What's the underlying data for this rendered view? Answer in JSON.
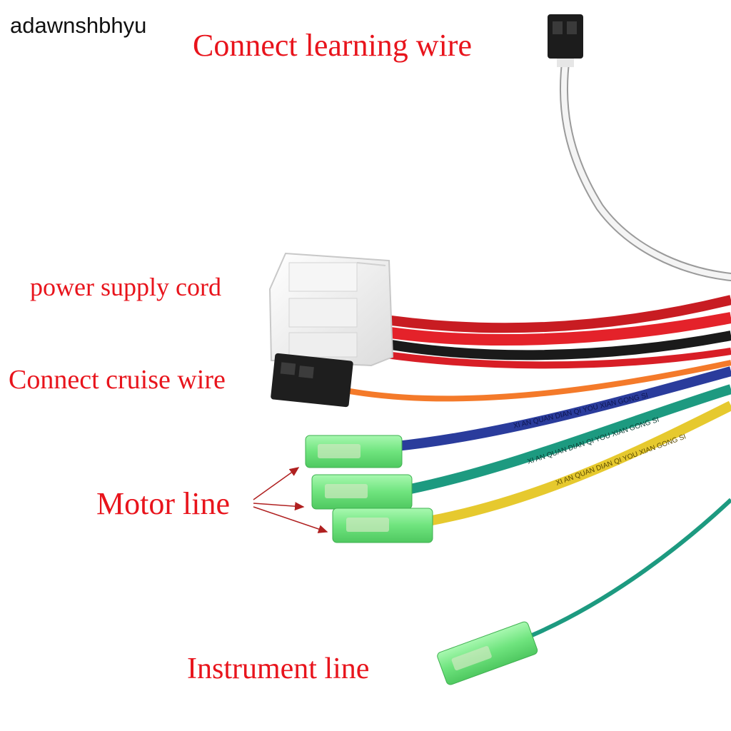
{
  "watermark": "adawnshbhyu",
  "labels": {
    "learning": "Connect learning wire",
    "power": "power supply cord",
    "cruise": "Connect cruise wire",
    "motor": "Motor line",
    "instrument": "Instrument line"
  },
  "wire_print": {
    "blue": "XI AN QUAN DIAN QI YOU XIAN GONG SI",
    "green": "XI AN QUAN DIAN QI YOU XIAN GONG SI",
    "yellow": "XI AN QUAN DIAN QI YOU XIAN GONG SI"
  },
  "colors": {
    "label_text": "#e8141c",
    "white_wire": "#eeeeee",
    "red_wire": "#e4222a",
    "black_wire": "#1a1a1a",
    "orange_wire": "#f47a2a",
    "blue_wire": "#2a3c9c",
    "green_wire": "#1d9a80",
    "yellow_wire": "#e6c92e",
    "green_sleeve": "#7ff08a"
  }
}
